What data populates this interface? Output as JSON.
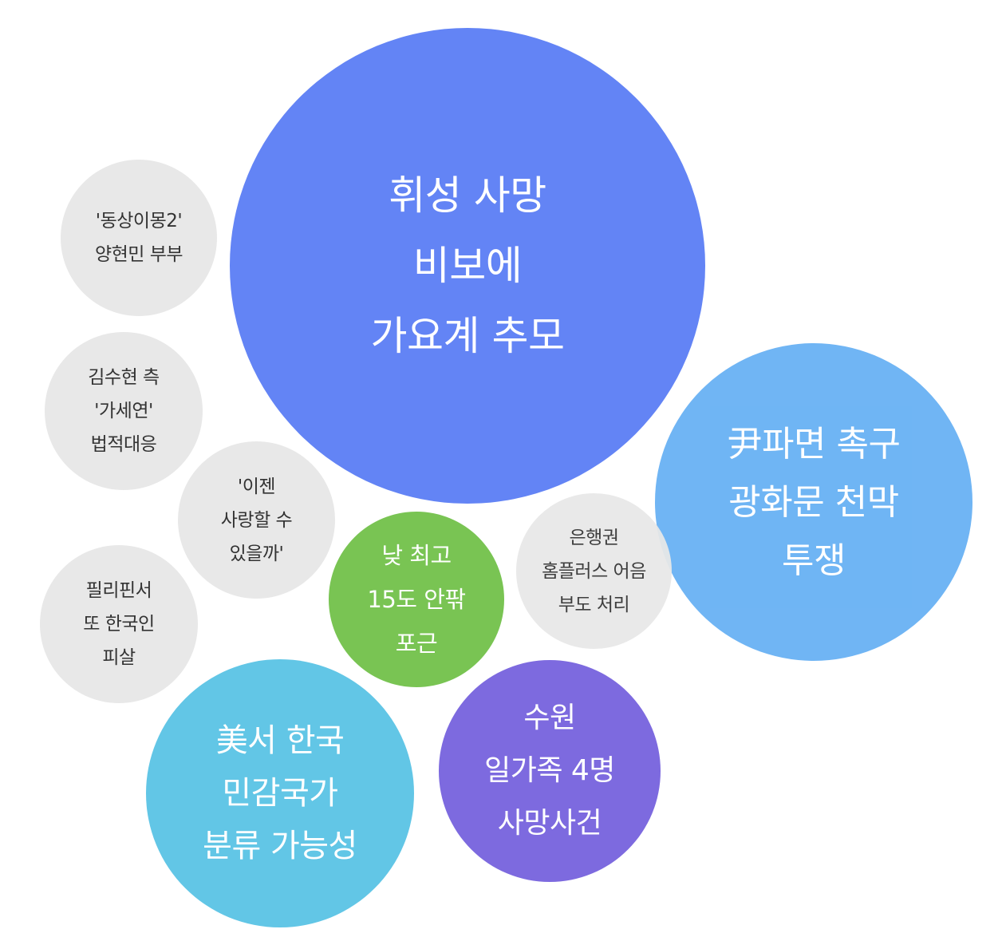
{
  "colors": {
    "blue": "#6384F5",
    "light_blue": "#6AB2F4",
    "cyan": "#62C6E6",
    "purple": "#7D6ADF",
    "green": "#79C453",
    "gray": "#E8E8E8",
    "dark_text": "#333333",
    "white_text": "#FFFFFF"
  },
  "bubbles": [
    {
      "label": "휘성 사망\n비보에\n가요계 추모",
      "color": "#6384F5"
    },
    {
      "label": "尹파면 촉구\n광화문 천막\n투쟁",
      "color": "#6AB2F4"
    },
    {
      "label": "美서 한국\n민감국가\n분류 가능성",
      "color": "#62C6E6"
    },
    {
      "label": "수원\n일가족 4명\n사망사건",
      "color": "#7D6ADF"
    },
    {
      "label": "낮 최고\n15도 안팎\n포근",
      "color": "#79C453"
    },
    {
      "label": "은행권\n홈플러스 어음\n부도 처리",
      "color": "#E8E8E8"
    },
    {
      "label": "'동상이몽2'\n양현민 부부",
      "color": "#E8E8E8"
    },
    {
      "label": "김수현 측\n'가세연'\n법적대응",
      "color": "#E8E8E8"
    },
    {
      "label": "'이젠\n사랑할 수\n있을까'",
      "color": "#E8E8E8"
    },
    {
      "label": "필리핀서\n또 한국인\n피살",
      "color": "#E8E8E8"
    }
  ]
}
